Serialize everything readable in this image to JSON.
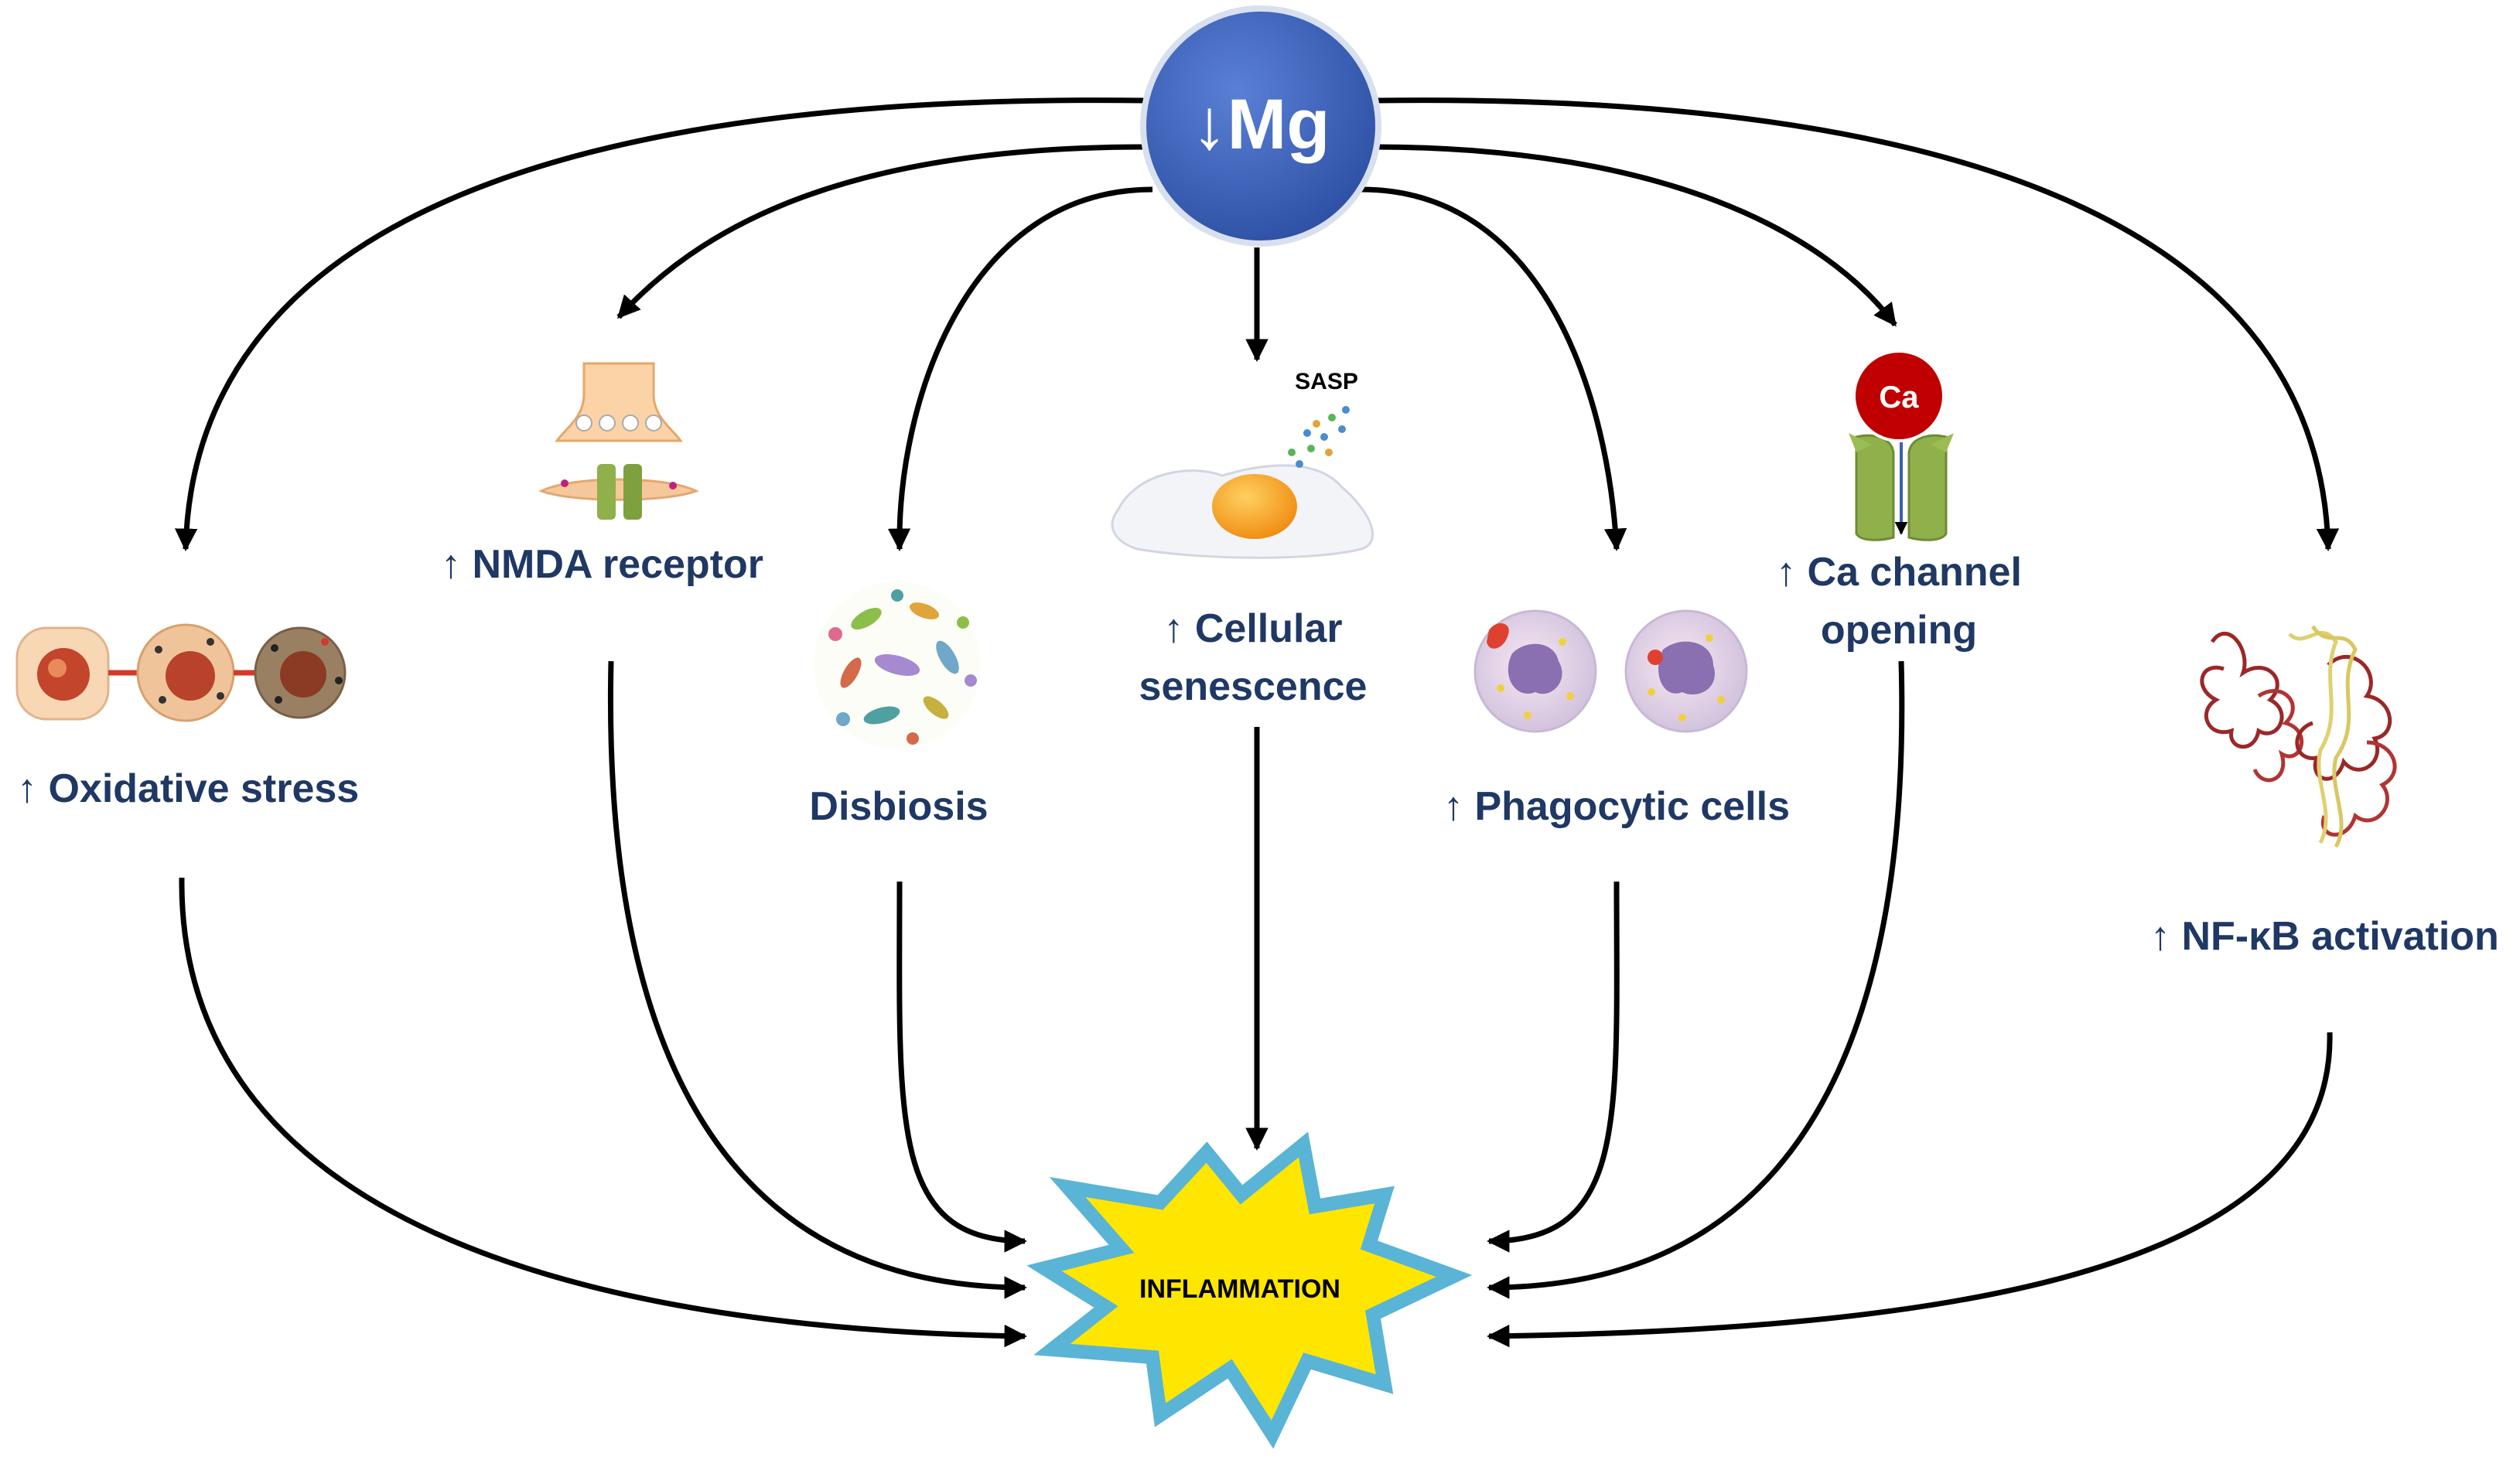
{
  "center": {
    "label": "↓Mg"
  },
  "outcome": {
    "label": "INFLAMMATION"
  },
  "factors": {
    "oxidative_stress": "↑ Oxidative stress",
    "nmda_receptor": "↑ NMDA receptor",
    "disbiosis": "Disbiosis",
    "cellular_senescence_1": "↑ Cellular",
    "cellular_senescence_2": "senescence",
    "sasp": "SASP",
    "phagocytic_cells": "↑ Phagocytic cells",
    "ca_ion": "Ca",
    "ca_channel_1": "↑ Ca channel",
    "ca_channel_2": "opening",
    "nfkb": "↑ NF-κB activation"
  },
  "colors": {
    "mg_circle": "#3a5fb8",
    "label_text": "#1f3864",
    "burst_fill": "#ffe600",
    "burst_edge": "#5ab4d6",
    "ca_ball": "#c00000",
    "channel": "#8fb04a",
    "arrow": "#000000"
  }
}
